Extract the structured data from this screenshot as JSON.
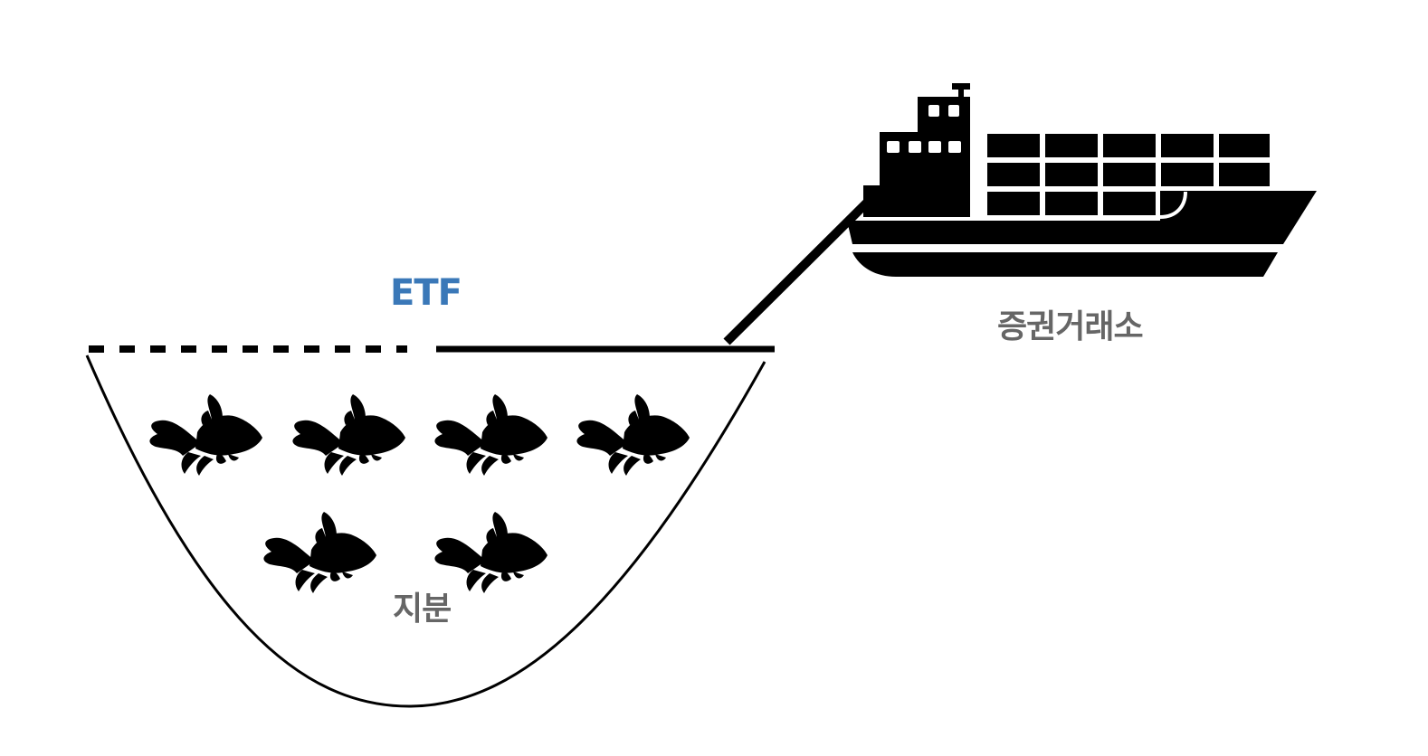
{
  "labels": {
    "etf": "ETF",
    "exchange": "증권거래소",
    "equity": "지분"
  },
  "colors": {
    "etf_label": "#3a78b8",
    "gray_label": "#666666",
    "ink": "#000000",
    "background": "#ffffff"
  },
  "icons": {
    "fish": "fish-icon",
    "ship": "container-ship-icon"
  },
  "fish_count": 6
}
